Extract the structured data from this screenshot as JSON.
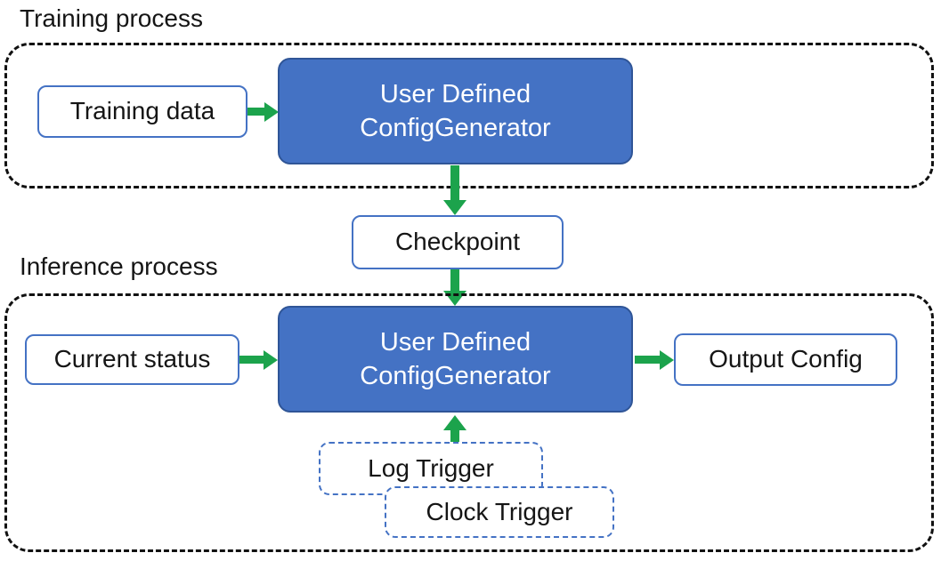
{
  "diagram": {
    "training": {
      "label": "Training process",
      "training_data": "Training data",
      "config_generator_line1": "User Defined",
      "config_generator_line2": "ConfigGenerator"
    },
    "checkpoint": {
      "label": "Checkpoint"
    },
    "inference": {
      "label": "Inference process",
      "current_status": "Current status",
      "config_generator_line1": "User Defined",
      "config_generator_line2": "ConfigGenerator",
      "output_config": "Output Config",
      "log_trigger": "Log Trigger",
      "clock_trigger": "Clock Trigger"
    }
  },
  "colors": {
    "blue-fill": "#4472C4",
    "blue-border": "#2F5597",
    "box-border": "#4472C4",
    "green": "#1CA34C",
    "ink": "#151515",
    "bg": "#ffffff"
  }
}
